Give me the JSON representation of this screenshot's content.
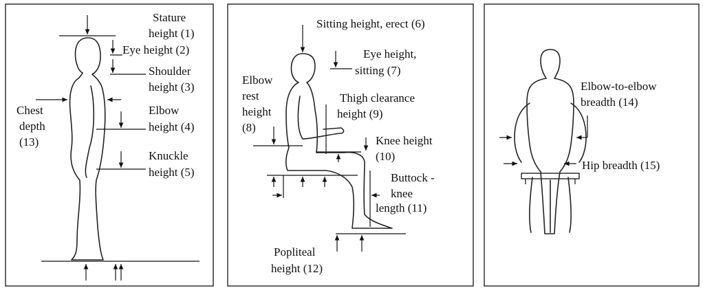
{
  "labels": {
    "stature_1": "Stature",
    "stature_2": "height (1)",
    "eye_height": "Eye height (2)",
    "shoulder_1": "Shoulder",
    "shoulder_2": "height (3)",
    "chest_1": "Chest",
    "chest_2": "depth",
    "chest_3": "(13)",
    "elbow_1": "Elbow",
    "elbow_2": "height (4)",
    "knuckle_1": "Knuckle",
    "knuckle_2": "height (5)",
    "sitting_erect": "Sitting height, erect (6)",
    "eye_sit_1": "Eye height,",
    "eye_sit_2": "sitting (7)",
    "elbow_rest_1": "Elbow",
    "elbow_rest_2": "rest",
    "elbow_rest_3": "height",
    "elbow_rest_4": "(8)",
    "thigh_1": "Thigh clearance",
    "thigh_2": "height (9)",
    "knee_1": "Knee height",
    "knee_2": "(10)",
    "buttock_1": "Buttock -",
    "buttock_2": "knee",
    "buttock_3": "length (11)",
    "popliteal_1": "Popliteal",
    "popliteal_2": "height (12)",
    "e2e_1": "Elbow-to-elbow",
    "e2e_2": "breadth (14)",
    "hip": "Hip breadth (15)"
  }
}
